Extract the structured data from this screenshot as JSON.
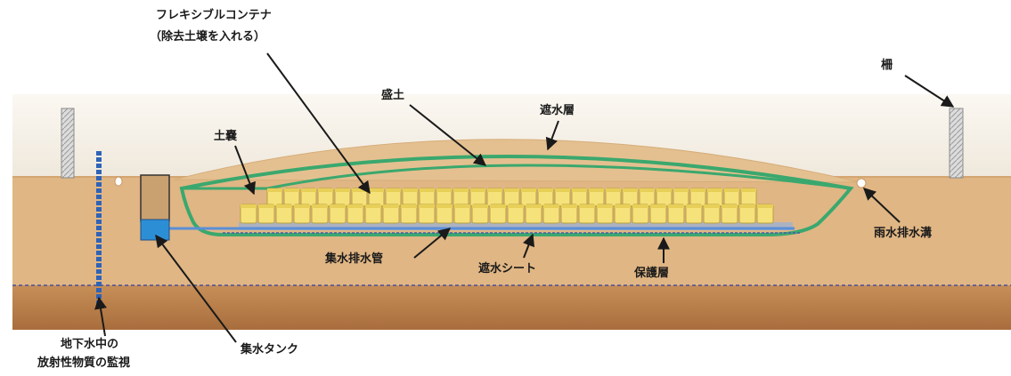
{
  "labels": {
    "flexible_container": "フレキシブルコンテナ",
    "flexible_container_note": "（除去土壌を入れる）",
    "fence": "柵",
    "mound": "盛土",
    "waterproof_layer": "遮水層",
    "sandbag": "土嚢",
    "rain_drain": "雨水排水溝",
    "collection_drain_pipe": "集水排水管",
    "waterproof_sheet": "遮水シート",
    "protective_layer": "保護層",
    "groundwater_line1": "地下水中の",
    "groundwater_line2": "放射性物質の監視",
    "collection_tank": "集水タンク"
  },
  "colors": {
    "soil": "#e2b888",
    "soil_dark": "#c99a66",
    "deep_soil": "#b87f4a",
    "mound": "#e3c08f",
    "waterproof_green": "#3aa86e",
    "container_fill": "#f6e27a",
    "pipe_blue": "#5a8fd8",
    "well_blue": "#2f63b8",
    "tank_blue": "#2c8fd6",
    "fence_gray": "#c8c8c8"
  }
}
